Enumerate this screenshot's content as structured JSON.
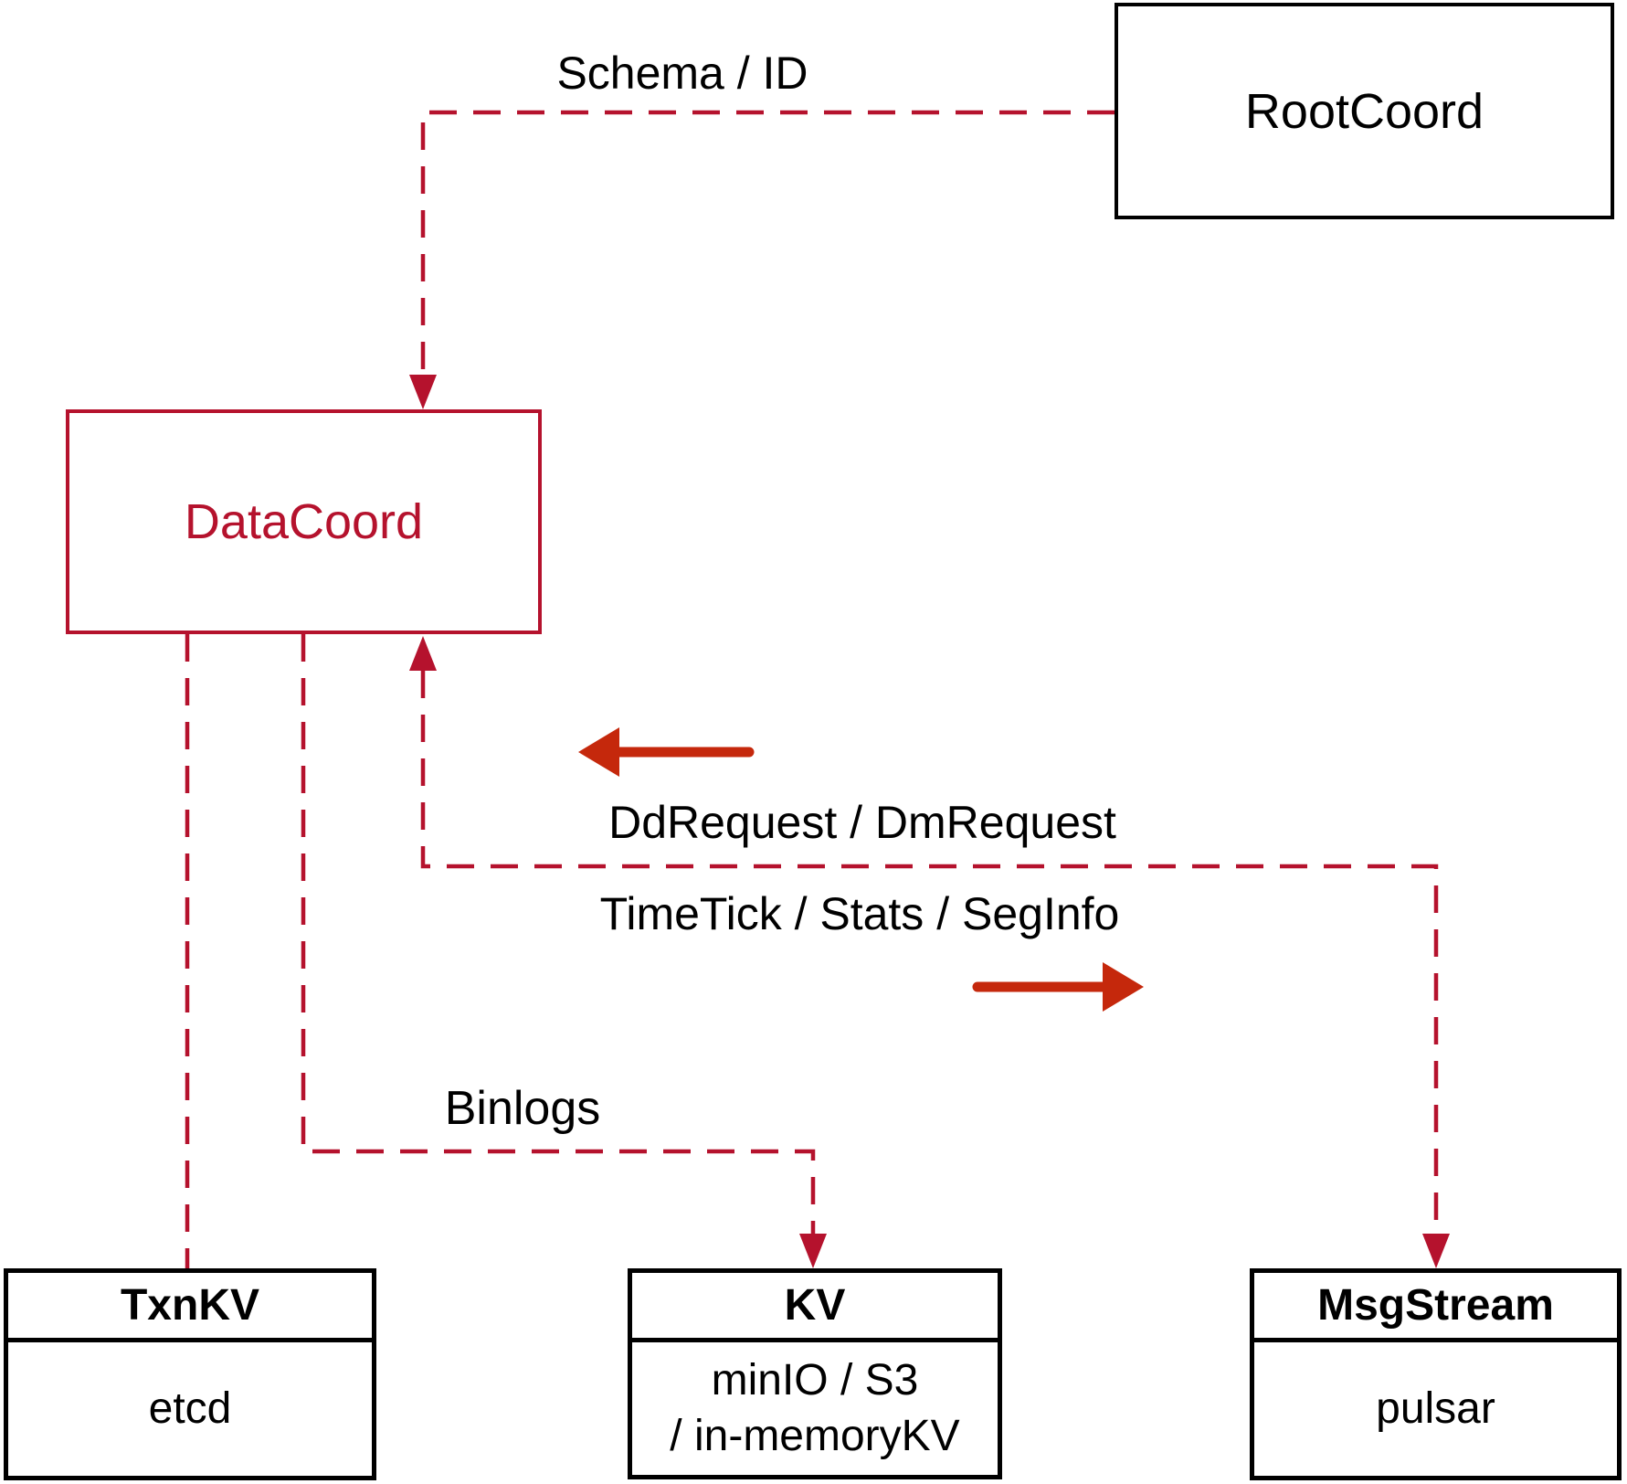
{
  "colors": {
    "line": "#b5122d",
    "arrow": "#c5280c",
    "ink": "#000000",
    "bg": "#ffffff"
  },
  "nodes": {
    "rootcoord": {
      "label": "RootCoord"
    },
    "datacoord": {
      "label": "DataCoord"
    },
    "txnkv": {
      "title": "TxnKV",
      "body": "etcd"
    },
    "kv": {
      "title": "KV",
      "body_line1": "minIO / S3",
      "body_line2": "/ in-memoryKV"
    },
    "msgstream": {
      "title": "MsgStream",
      "body": "pulsar"
    }
  },
  "edge_labels": {
    "schema_id": "Schema / ID",
    "dd_request": "DdRequest / DmRequest",
    "time_tick": "TimeTick / Stats / SegInfo",
    "binlogs": "Binlogs"
  }
}
